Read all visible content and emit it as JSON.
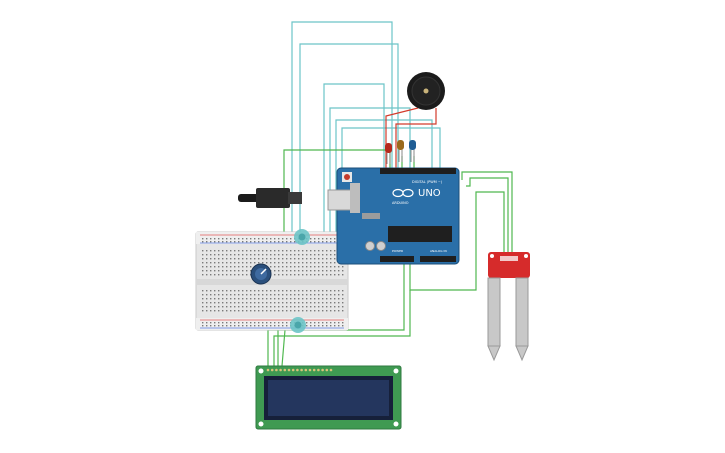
{
  "arduino": {
    "brand": "ARDUINO",
    "model": "UNO",
    "digital_label": "DIGITAL (PWM ~)",
    "power_label": "POWER",
    "analog_label": "ANALOG IN",
    "board_color": "#2a6fa8"
  },
  "lcd": {
    "screen_color": "#24365e",
    "pcb_color": "#3f9a52"
  },
  "moisture_sensor": {
    "pcb_color": "#d62b2b",
    "probe_color": "#c8c8c8"
  },
  "buzzer": {
    "color": "#1b1b1b"
  },
  "leds": [
    {
      "color": "#b52a1e",
      "kind": "red"
    },
    {
      "color": "#9a6a1c",
      "kind": "amber"
    },
    {
      "color": "#1f5d95",
      "kind": "blue"
    }
  ],
  "potentiometer": {
    "color": "#2a4f7c"
  },
  "wire_colors": {
    "signal": "#6cc4c7",
    "power": "#4fb84f",
    "red": "#d33b2c"
  },
  "breadboard": {
    "rail_red": "#e05a5a",
    "rail_blue": "#5a7ee0"
  }
}
